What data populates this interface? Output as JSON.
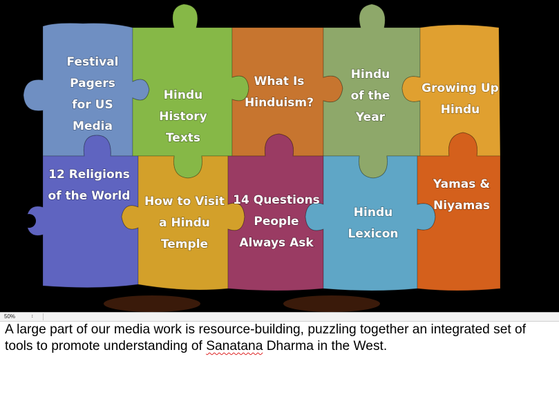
{
  "slide": {
    "pieces": [
      {
        "id": "festival-pagers",
        "lines": [
          "Festival",
          "Pagers",
          "for US",
          "Media"
        ],
        "color": "#6f8fc2"
      },
      {
        "id": "hindu-history-texts",
        "lines": [
          "Hindu",
          "History",
          "Texts"
        ],
        "color": "#86b847"
      },
      {
        "id": "what-is-hinduism",
        "lines": [
          "What Is",
          "Hinduism?"
        ],
        "color": "#c7752f"
      },
      {
        "id": "hindu-of-the-year",
        "lines": [
          "Hindu",
          "of the",
          "Year"
        ],
        "color": "#8ea86a"
      },
      {
        "id": "growing-up-hindu",
        "lines": [
          "Growing Up",
          "Hindu"
        ],
        "color": "#e0a030"
      },
      {
        "id": "12-religions",
        "lines": [
          "12 Religions",
          "of the World"
        ],
        "color": "#5f64c0"
      },
      {
        "id": "how-to-visit-temple",
        "lines": [
          "How to Visit",
          "a Hindu",
          "Temple"
        ],
        "color": "#d3a02a"
      },
      {
        "id": "14-questions",
        "lines": [
          "14 Questions",
          "People",
          "Always Ask"
        ],
        "color": "#9a3b63"
      },
      {
        "id": "hindu-lexicon",
        "lines": [
          "Hindu",
          "Lexicon"
        ],
        "color": "#5fa6c6"
      },
      {
        "id": "yamas-niyamas",
        "lines": [
          "Yamas &",
          "Niyamas"
        ],
        "color": "#d4601c"
      }
    ]
  },
  "zoom": {
    "value": "50%",
    "chevron": "↕"
  },
  "notes": {
    "part1": "A large part of our media work is resource-building, puzzling together an integrated set of tools to promote understanding of ",
    "misspelled": "Sanatana",
    "part2": " Dharma in the West."
  }
}
